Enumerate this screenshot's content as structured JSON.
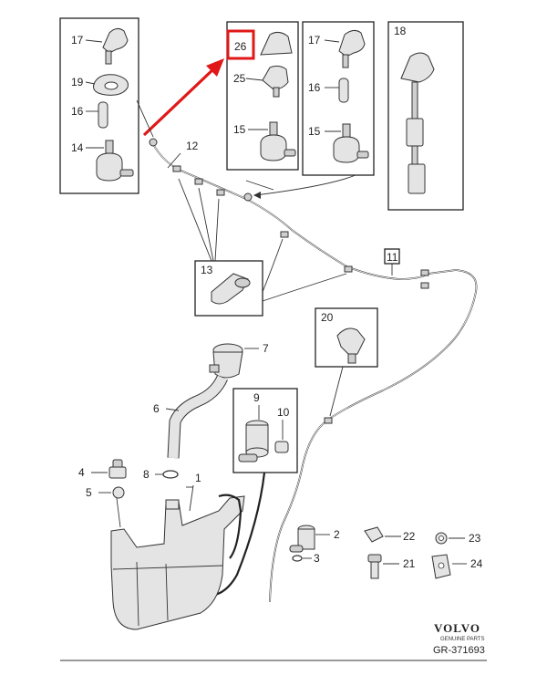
{
  "labels": {
    "p1": "1",
    "p2": "2",
    "p3": "3",
    "p4": "4",
    "p5": "5",
    "p6": "6",
    "p7": "7",
    "p8": "8",
    "p9": "9",
    "p10": "10",
    "p11": "11",
    "p12": "12",
    "p13": "13",
    "box1_p17": "17",
    "box1_p19": "19",
    "box1_p16": "16",
    "box1_p14": "14",
    "box2_p26": "26",
    "box2_p25": "25",
    "box2_p15": "15",
    "box3_p17": "17",
    "box3_p16": "16",
    "box3_p15": "15",
    "box4_p18": "18",
    "p20": "20",
    "p21": "21",
    "p22": "22",
    "p23": "23",
    "p24": "24"
  },
  "brand": {
    "name": "VOLVO",
    "tagline": "GENUINE PARTS",
    "code": "GR-371693"
  },
  "colors": {
    "highlight": "#e01818",
    "line": "#222222"
  }
}
